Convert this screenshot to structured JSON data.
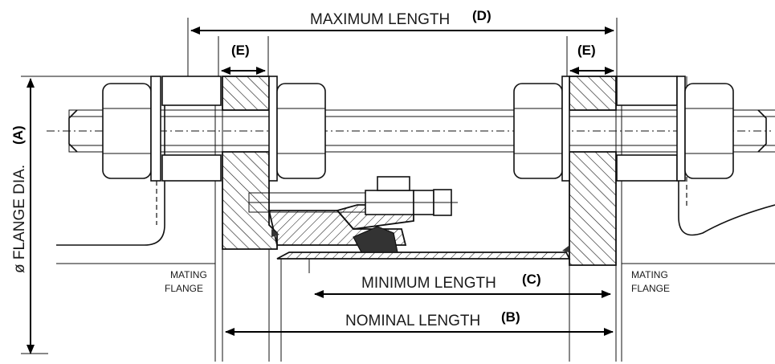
{
  "labels": {
    "maximum_length": "MAXIMUM LENGTH",
    "minimum_length": "MINIMUM LENGTH",
    "nominal_length": "NOMINAL LENGTH",
    "flange_dia": "ø FLANGE DIA.",
    "mating_flange_left_line1": "MATING",
    "mating_flange_left_line2": "FLANGE",
    "mating_flange_right_line1": "MATING",
    "mating_flange_right_line2": "FLANGE"
  },
  "codes": {
    "A": "(A)",
    "B": "(B)",
    "C": "(C)",
    "D": "(D)",
    "E_left": "(E)",
    "E_right": "(E)"
  },
  "colors": {
    "line": "#111111",
    "background": "#ffffff",
    "seal": "#333333"
  }
}
